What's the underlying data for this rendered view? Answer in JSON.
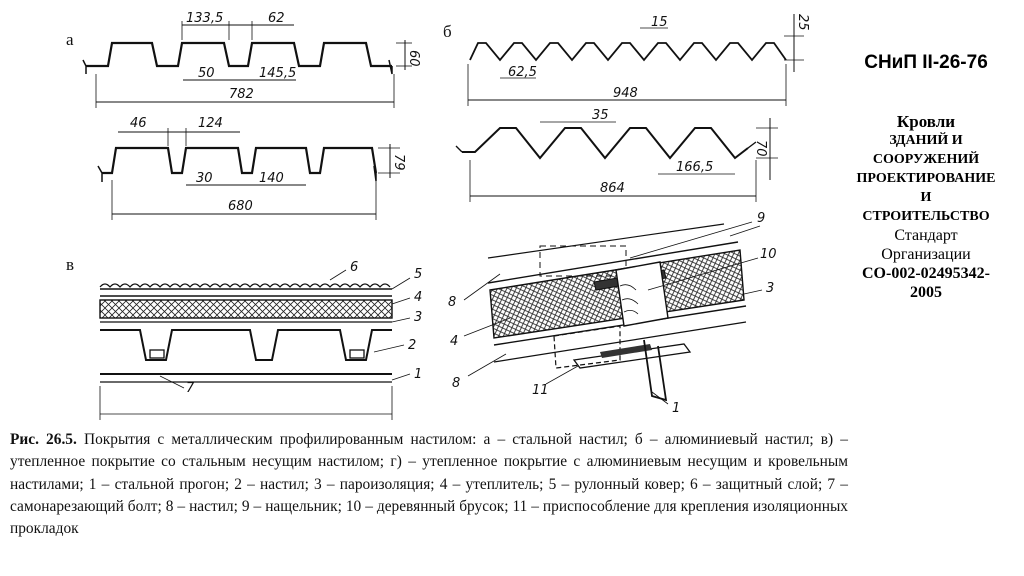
{
  "drawing": {
    "panel_a": {
      "letter": "а",
      "dims_top": [
        "133,5",
        "62"
      ],
      "dims_mid": [
        "50",
        "145,5"
      ],
      "height": "60",
      "total": "782"
    },
    "panel_a2": {
      "dims_top": [
        "46",
        "124"
      ],
      "dims_mid": [
        "30",
        "140"
      ],
      "height": "79",
      "total": "680"
    },
    "panel_b": {
      "letter": "б",
      "dim_top": "15",
      "height": "25",
      "pitch": "62,5",
      "total": "948"
    },
    "panel_b2": {
      "dim_top": "35",
      "height": "70",
      "pitch": "166,5",
      "total": "864"
    },
    "panel_v": {
      "letter": "в",
      "labels": [
        "6",
        "5",
        "4",
        "3",
        "2",
        "1",
        "7"
      ]
    },
    "panel_g": {
      "labels": [
        "9",
        "10",
        "3",
        "8",
        "4",
        "8",
        "11",
        "1"
      ]
    }
  },
  "side": {
    "code": "СНиП II-26-76",
    "lines": [
      {
        "text": "Кровли",
        "style": "title"
      },
      {
        "text": "ЗДАНИЙ И",
        "style": "b"
      },
      {
        "text": "СООРУЖЕНИЙ",
        "style": "b"
      },
      {
        "text": "ПРОЕКТИРОВАНИЕ",
        "style": "b"
      },
      {
        "text": "И",
        "style": "b"
      },
      {
        "text": "СТРОИТЕЛЬСТВО",
        "style": "b"
      },
      {
        "text": "Стандарт",
        "style": "reg"
      },
      {
        "text": "Организации",
        "style": "reg"
      },
      {
        "text": "СО-002-02495342-",
        "style": "num"
      },
      {
        "text": "2005",
        "style": "num"
      }
    ]
  },
  "caption": {
    "label": "Рис. 26.5.",
    "text": " Покрытия с металлическим профилированным настилом: а – стальной настил; б – алюминиевый настил; в) – утепленное покрытие со стальным несущим настилом; г) – утепленное покрытие с алюминиевым несущим и кровельным настилами; 1 – стальной прогон; 2 – настил; 3 – пароизоляция; 4 – утеплитель; 5 – рулонный ковер; 6 – защитный слой; 7 – самонарезающий болт; 8 – настил; 9 – нащельник; 10 – деревянный брусок; 11 – приспособление для крепления изоляционных прокладок"
  }
}
